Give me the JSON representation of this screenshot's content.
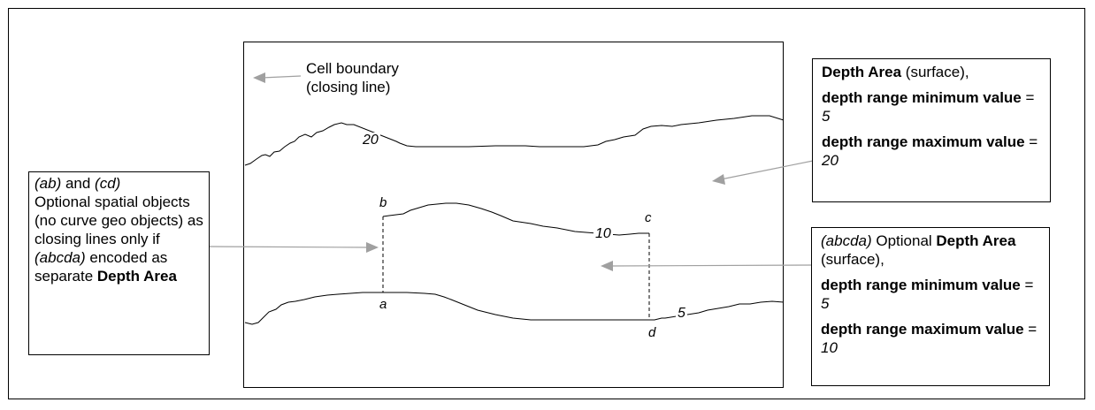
{
  "cell_boundary": {
    "line1": "Cell boundary",
    "line2": "(closing line)"
  },
  "contours": {
    "c20": "20",
    "c10": "10",
    "c5": "5"
  },
  "points": {
    "a": "a",
    "b": "b",
    "c": "c",
    "d": "d"
  },
  "left_box": {
    "ab": "(ab)",
    "and": " and ",
    "cd": "(cd)",
    "text1": "Optional spatial objects (no curve geo objects) as closing lines only if ",
    "abcda": "(abcda)",
    "text2": " encoded as separate ",
    "depth_area": "Depth Area"
  },
  "top_right_box": {
    "depth_area": "Depth Area",
    "surface": " (surface),",
    "min_label": "depth range minimum value",
    "min_eq": " = ",
    "min_val": "5",
    "max_label": "depth range maximum value",
    "max_eq": " = ",
    "max_val": "20"
  },
  "bottom_right_box": {
    "abcda": "(abcda)",
    "optional": " Optional ",
    "depth_area": "Depth Area",
    "surface": " (surface),",
    "min_label": "depth range minimum value",
    "min_eq": " = ",
    "min_val": "5",
    "max_label": "depth range maximum value",
    "max_eq": " = ",
    "max_val": "10"
  },
  "colors": {
    "arrow": "#a0a0a0",
    "line": "#000000"
  }
}
